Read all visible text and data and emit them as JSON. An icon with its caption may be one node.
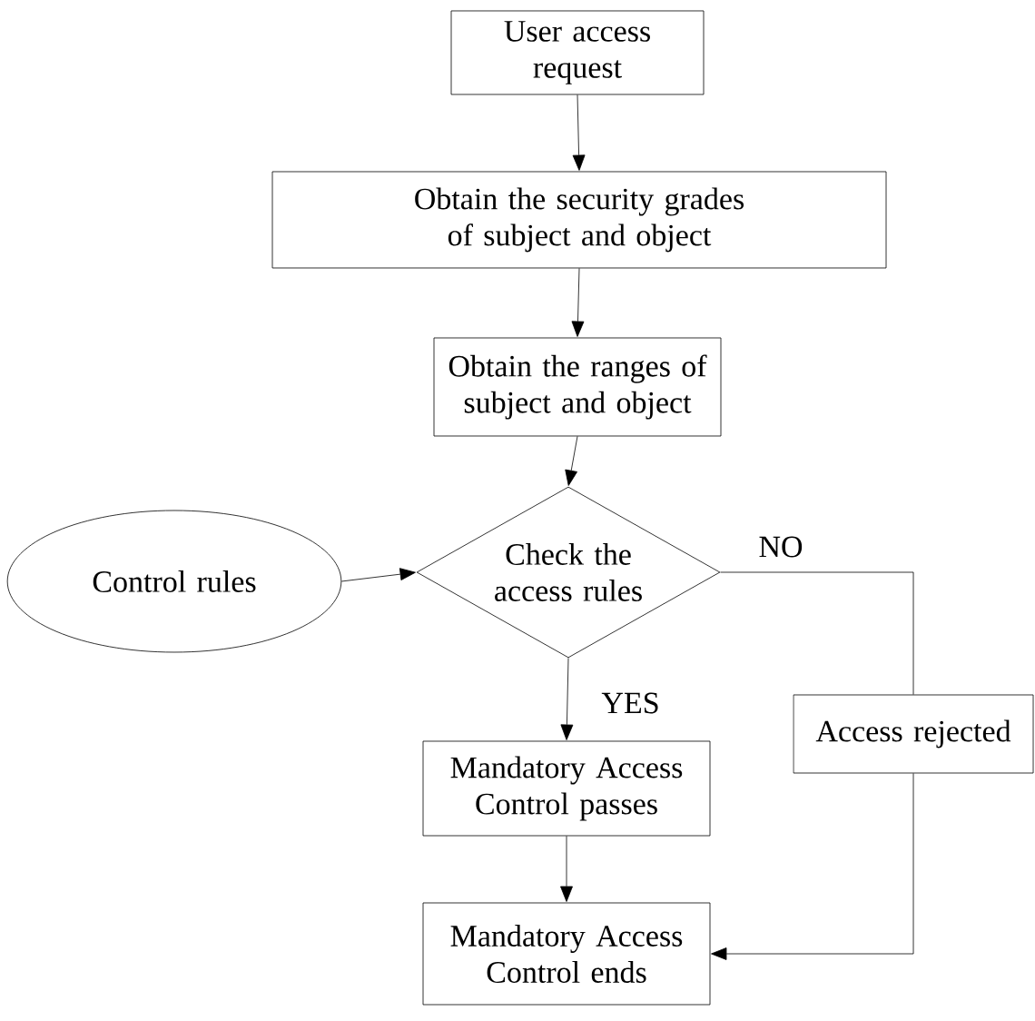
{
  "diagram": {
    "nodes": [
      {
        "text": [
          "User access request"
        ]
      },
      {
        "text": [
          "Obtain the security grades of subject and object"
        ]
      },
      {
        "text": [
          "Obtain the ranges of subject and object"
        ]
      },
      {
        "text": [
          "Check the access rules"
        ]
      },
      {
        "text": [
          "Control rules"
        ]
      },
      {
        "text": [
          "Mandatory Access Control passes"
        ]
      },
      {
        "text": [
          "Access rejected"
        ]
      },
      {
        "text": [
          "Mandatory Access Control ends"
        ]
      }
    ],
    "edges": [
      {
        "from": 0,
        "to": 1,
        "arrow": "to"
      },
      {
        "from": 1,
        "to": 2,
        "arrow": "to"
      },
      {
        "from": 2,
        "to": 3,
        "arrow": "to"
      },
      {
        "from": 4,
        "to": 3,
        "arrow": "to"
      },
      {
        "from": 3,
        "to": 5,
        "arrow": "to",
        "label": "YES"
      },
      {
        "from": 3,
        "to": 6,
        "arrow": "none",
        "label": "NO"
      },
      {
        "from": 6,
        "to": 7,
        "arrow": "to"
      },
      {
        "from": 5,
        "to": 7,
        "arrow": "to"
      }
    ]
  }
}
